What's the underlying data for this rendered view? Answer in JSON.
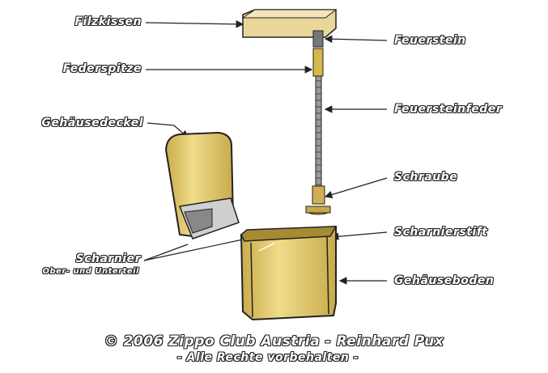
{
  "labels": {
    "filzkissen": "Filzkissen",
    "feuerstein": "Feuerstein",
    "federspitze": "Federspitze",
    "feuersteinfeder": "Feuersteinfeder",
    "gehaeusedeckel": "Gehäusedeckel",
    "schraube": "Schraube",
    "scharnierstift": "Scharnierstift",
    "scharnier": "Scharnier",
    "scharnier_sub": "Ober- und Unterteil",
    "gehaeuseboden": "Gehäuseboden"
  },
  "footer": {
    "copyright": "© 2006 Zippo Club Austria - Reinhard Pux",
    "rights": "- Alle  Rechte vorbehalten -"
  },
  "colors": {
    "brass": "#e8d27a",
    "brass_dark": "#b89a3a",
    "outline": "#222222",
    "metal": "#9a9a9a"
  }
}
